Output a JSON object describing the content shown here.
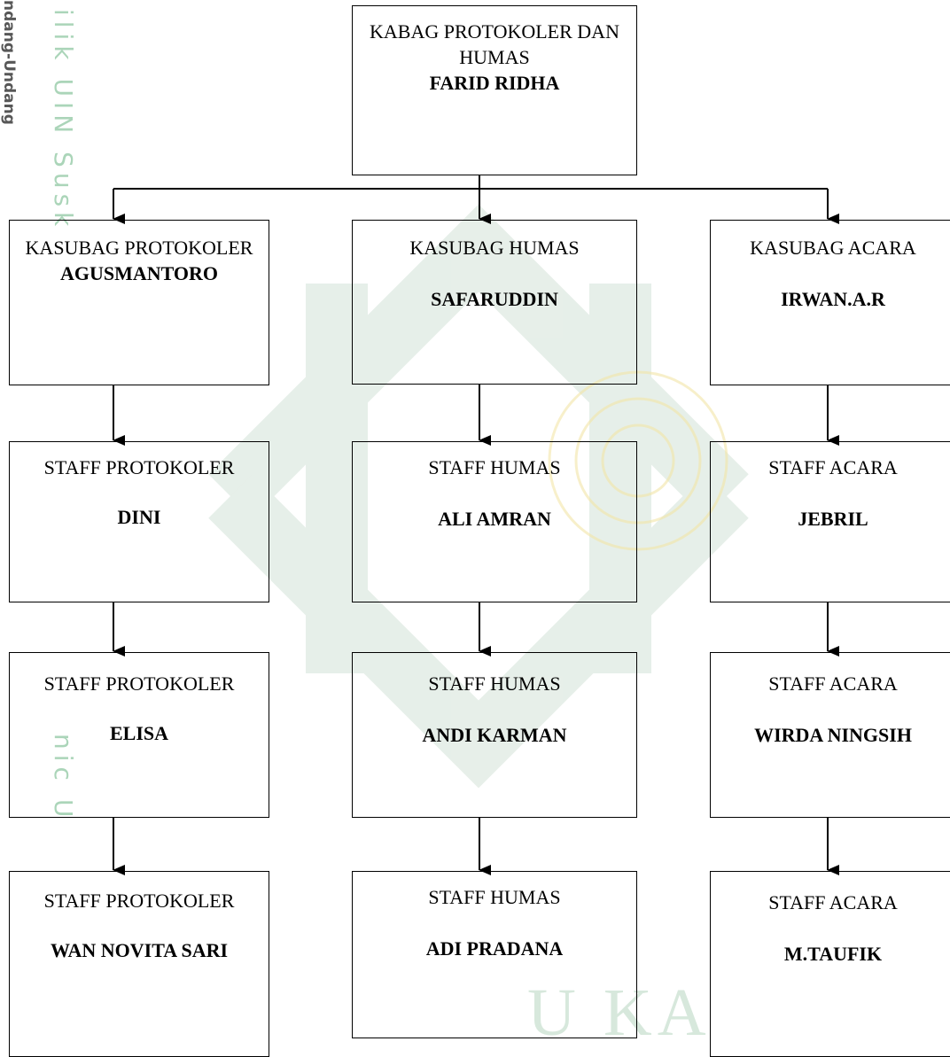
{
  "watermark": {
    "side_text": "ilik UIN Susk",
    "side_text_lower": "nic U",
    "side_dark_text": "ndang-Undang",
    "bottom_text": "U          KA",
    "color": "#7fbf94"
  },
  "org_chart": {
    "head": {
      "title": "KABAG PROTOKOLER DAN HUMAS",
      "name": "FARID RIDHA"
    },
    "columns": [
      {
        "kasubag": {
          "title": "KASUBAG PROTOKOLER",
          "name": "AGUSMANTORO"
        },
        "staff": [
          {
            "title": "STAFF PROTOKOLER",
            "name": "DINI"
          },
          {
            "title": "STAFF PROTOKOLER",
            "name": "ELISA"
          },
          {
            "title": "STAFF PROTOKOLER",
            "name": "WAN NOVITA SARI"
          }
        ]
      },
      {
        "kasubag": {
          "title": "KASUBAG HUMAS",
          "name": "SAFARUDDIN"
        },
        "staff": [
          {
            "title": "STAFF HUMAS",
            "name": "ALI AMRAN"
          },
          {
            "title": "STAFF HUMAS",
            "name": "ANDI KARMAN"
          },
          {
            "title": "STAFF HUMAS",
            "name": "ADI PRADANA"
          }
        ]
      },
      {
        "kasubag": {
          "title": "KASUBAG ACARA",
          "name": "IRWAN.A.R"
        },
        "staff": [
          {
            "title": "STAFF ACARA",
            "name": "JEBRIL"
          },
          {
            "title": "STAFF ACARA",
            "name": "WIRDA NINGSIH"
          },
          {
            "title": "STAFF ACARA",
            "name": "M.TAUFIK"
          }
        ]
      }
    ]
  }
}
